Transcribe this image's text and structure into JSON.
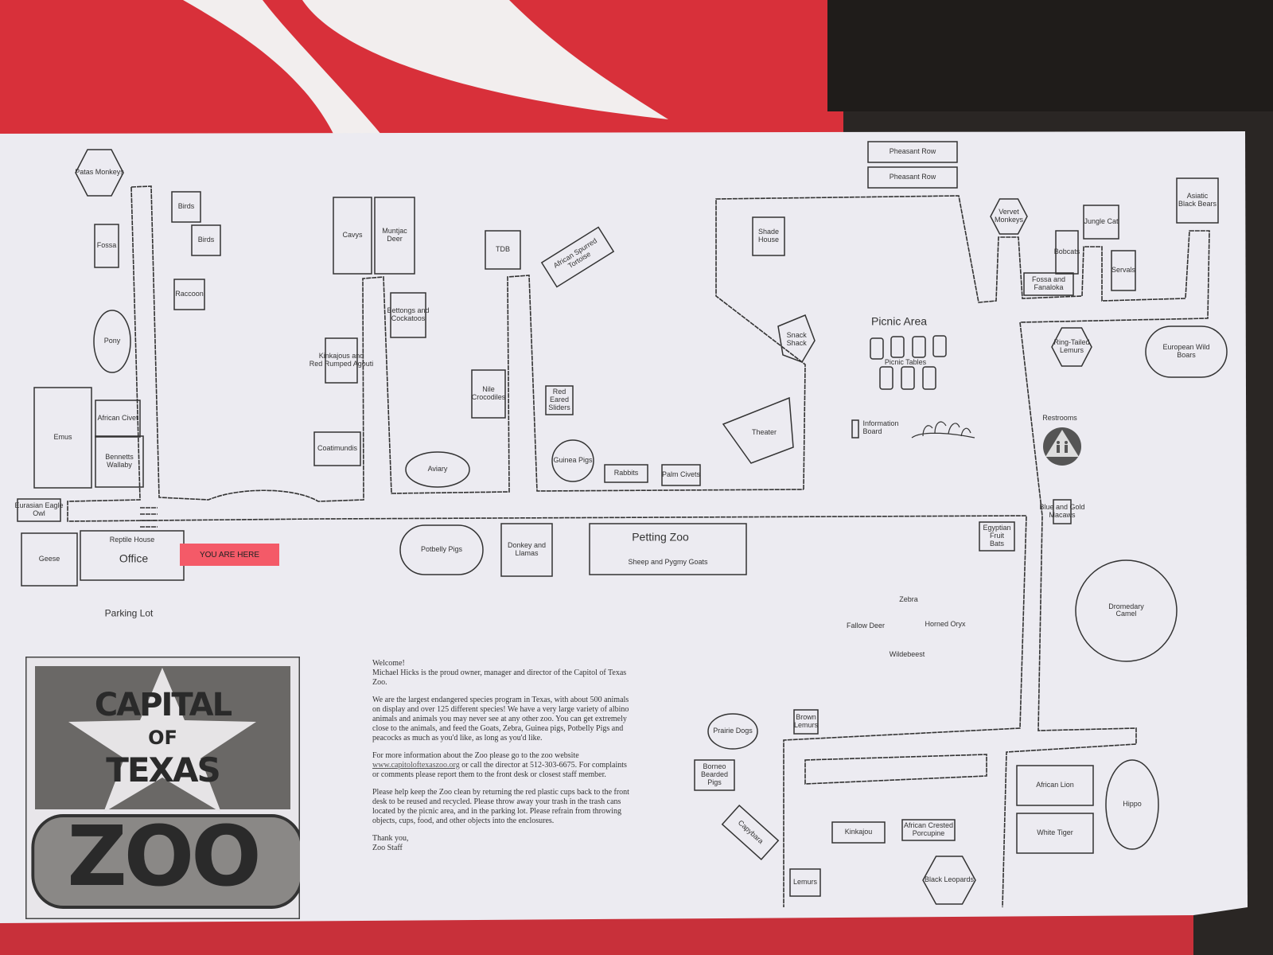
{
  "map": {
    "enclosures": [
      "Patas Monkeys",
      "Fossa",
      "Birds",
      "Birds",
      "Raccoon",
      "Pony",
      "Emus",
      "African Civet",
      "Bennetts\nWallaby",
      "Eurasian Eagle\nOwl",
      "Geese",
      "Reptile House",
      "Cavys",
      "Muntjac\nDeer",
      "Bettongs and\nCockatoos",
      "Kinkajous and\nRed Rumped Agouti",
      "Coatimundis",
      "Aviary",
      "TDB",
      "African Spurred\nTortoise",
      "Nile\nCrocodiles",
      "Red\nEared\nSliders",
      "Guinea Pigs",
      "Rabbits",
      "Palm Civets",
      "Theater",
      "Snack\nShack",
      "Shade\nHouse",
      "Pheasant Row",
      "Pheasant Row",
      "Vervet\nMonkeys",
      "Jungle Cat",
      "Bobcats",
      "Servals",
      "Fossa and\nFanaloka",
      "Asiatic\nBlack Bears",
      "Ring-Tailed\nLemurs",
      "European Wild\nBoars",
      "Blue and Gold\nMacaws",
      "Egyptian\nFruit\nBats",
      "Dromedary\nCamel",
      "Potbelly Pigs",
      "Donkey and\nLlamas",
      "Sheep and  Pygmy Goats",
      "Prairie Dogs",
      "Borneo\nBearded\nPigs",
      "Capybara",
      "Brown\nLemurs",
      "Kinkajou",
      "African Crested\nPorcupine",
      "Lemurs",
      "Black Leopards",
      "African Lion",
      "White Tiger",
      "Hippo"
    ],
    "labels": {
      "office": "Office",
      "petting_zoo": "Petting Zoo",
      "picnic_area": "Picnic Area",
      "picnic_tables": "Picnic Tables",
      "information_board": "Information\nBoard",
      "restrooms": "Restrooms",
      "zebra": "Zebra",
      "fallow_deer": "Fallow Deer",
      "horned_oryx": "Horned Oryx",
      "wildebeest": "Wildebeest",
      "parking_lot": "Parking Lot",
      "you_are_here": "YOU ARE HERE"
    },
    "you_are_here_color": "#f45a68"
  },
  "welcome": {
    "heading": "Welcome!",
    "p1": "Michael Hicks is the proud owner, manager and director of the Capitol of Texas Zoo.",
    "p2": "We are the largest endangered species program in Texas, with about 500 animals on display and over 125 different species! We have a very large variety of albino animals and animals you may never see at any other zoo. You can get extremely close to the animals, and feed the Goats, Zebra, Guinea pigs, Potbelly Pigs and peacocks as much as you'd like, as long as you'd like.",
    "p3_pre": "For more information about the Zoo please go to the zoo website",
    "website": "www.capitoloftexaszoo.org",
    "p3_post": "or call the director at 512-303-6675. For complaints or comments please report them to the front desk or closest staff member.",
    "p4": "Please help keep the Zoo clean by returning the red plastic cups back to the front desk to be reused and recycled. Please throw away your trash in the trash cans located by the picnic area, and in the parking lot. Please refrain from throwing objects, cups, food, and other objects into the enclosures.",
    "signoff": "Thank you,",
    "signature": "Zoo Staff"
  },
  "logo": {
    "line1": "CAPITAL",
    "line2": "OF",
    "line3": "TEXAS",
    "line4": "ZOO"
  },
  "colors": {
    "sign_red": "#d8303a",
    "paper": "#ecebf1",
    "ink": "#333333"
  }
}
